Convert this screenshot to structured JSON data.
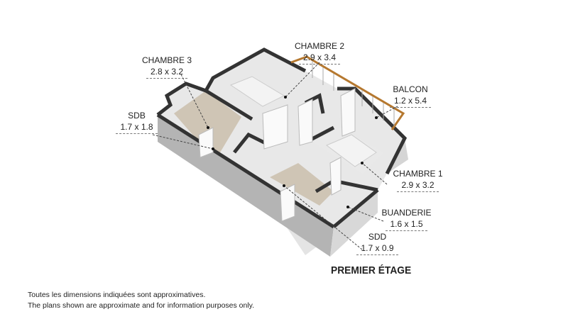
{
  "rooms": [
    {
      "name": "CHAMBRE 3",
      "dims": "2.8 x 3.2"
    },
    {
      "name": "CHAMBRE 2",
      "dims": "2.9 x 3.4"
    },
    {
      "name": "BALCON",
      "dims": "1.2 x 5.4"
    },
    {
      "name": "SDB",
      "dims": "1.7 x 1.8"
    },
    {
      "name": "CHAMBRE 1",
      "dims": "2.9 x 3.2"
    },
    {
      "name": "BUANDERIE",
      "dims": "1.6 x 1.5"
    },
    {
      "name": "SDD",
      "dims": "1.7 x 0.9"
    }
  ],
  "floor_title": "PREMIER ÉTAGE",
  "disclaimer": {
    "fr": "Toutes les dimensions indiquées sont approximatives.",
    "en": "The plans shown are approximate and for information purposes only."
  },
  "colors": {
    "wall": "#333333",
    "floor": "#cfc5b5",
    "side": "#b9b9b9",
    "railing": "#b5782f"
  }
}
